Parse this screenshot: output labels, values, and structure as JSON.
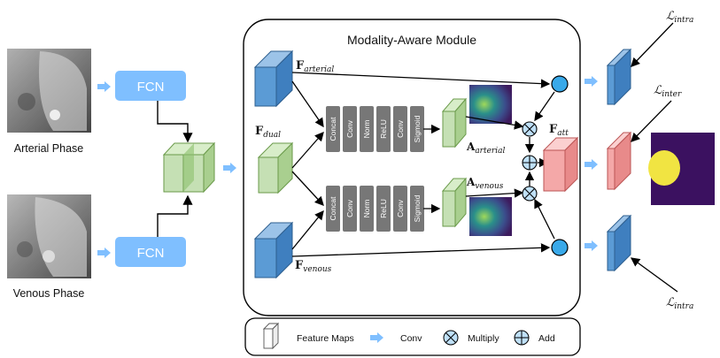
{
  "module": {
    "title": "Modality-Aware Module"
  },
  "inputs": {
    "arterial_label": "Arterial Phase",
    "venous_label": "Venous Phase"
  },
  "encoders": {
    "top_label": "FCN",
    "bottom_label": "FCN"
  },
  "features": {
    "arterial": {
      "sym": "F",
      "sub": "arterial"
    },
    "dual": {
      "sym": "F",
      "sub": "dual"
    },
    "venous": {
      "sym": "F",
      "sub": "venous"
    },
    "att": {
      "sym": "F",
      "sub": "att"
    }
  },
  "attention": {
    "arterial": {
      "sym": "A",
      "sub": "arterial"
    },
    "venous": {
      "sym": "A",
      "sub": "venous"
    }
  },
  "branch_ops": [
    "Concat",
    "Conv",
    "Norm",
    "ReLU",
    "Conv",
    "Sigmoid"
  ],
  "losses": {
    "top": {
      "sym": "ℒ",
      "sub": "intra"
    },
    "middle": {
      "sym": "ℒ",
      "sub": "inter"
    },
    "bottom": {
      "sym": "ℒ",
      "sub": "intra"
    }
  },
  "legend": {
    "feature_maps": "Feature Maps",
    "conv": "Conv",
    "multiply": "Multiply",
    "add": "Add"
  },
  "colors": {
    "fcn_box": "#7fbfff",
    "blue_map": "#5b9bd5",
    "green_map": "#c5e0b4",
    "red_map": "#f4a8a8",
    "op_block": "#777777",
    "node_fill": "#39a9e9"
  }
}
